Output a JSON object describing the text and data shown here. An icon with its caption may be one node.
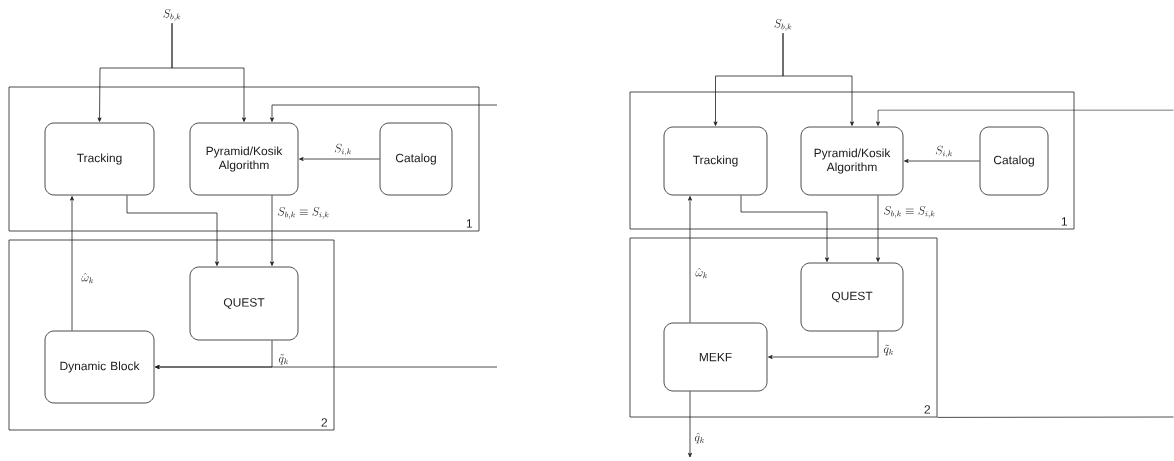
{
  "diagram": {
    "nodes": [
      {
        "text": [
          "1"
        ]
      },
      {
        "text": [
          "Tracking"
        ],
        "in": 0
      },
      {
        "text": [
          "Pyramid/Kosik Algorithm"
        ],
        "in": 0
      },
      {
        "text": [
          "Catalog"
        ],
        "in": 0
      },
      {
        "text": [
          "2"
        ]
      },
      {
        "text": [
          "QUEST"
        ],
        "in": 4
      },
      {
        "text": [
          "Dynamic Block"
        ],
        "in": 4
      },
      {
        "text": [
          "S_{b,k}"
        ]
      },
      {
        "text": [
          "1"
        ]
      },
      {
        "text": [
          "Tracking"
        ],
        "in": 8
      },
      {
        "text": [
          "Pyramid/Kosik Algorithm"
        ],
        "in": 8
      },
      {
        "text": [
          "Catalog"
        ],
        "in": 8
      },
      {
        "text": [
          "2"
        ]
      },
      {
        "text": [
          "QUEST"
        ],
        "in": 12
      },
      {
        "text": [
          "MEKF"
        ],
        "in": 12
      },
      {
        "text": [
          "S_{b,k}"
        ]
      }
    ],
    "edges": [
      {
        "from": 7,
        "to": 1,
        "arrow": "to"
      },
      {
        "from": 7,
        "to": 2,
        "arrow": "to"
      },
      {
        "from": 3,
        "to": 2,
        "arrow": "to",
        "label": "S_{i,k}"
      },
      {
        "from": 2,
        "to": 5,
        "arrow": "to",
        "label": "S_{b,k} \\equiv S_{i,k}"
      },
      {
        "from": 1,
        "to": 5,
        "arrow": "to"
      },
      {
        "from": 5,
        "to": 6,
        "arrow": "to",
        "label": "\\tilde{q}_k"
      },
      {
        "from": 6,
        "to": 1,
        "arrow": "to",
        "label": "\\hat{\\omega}_k"
      },
      {
        "from": null,
        "to": 2,
        "arrow": "to"
      },
      {
        "from": null,
        "to": 6,
        "arrow": "to"
      },
      {
        "from": 15,
        "to": 9,
        "arrow": "to"
      },
      {
        "from": 15,
        "to": 10,
        "arrow": "to"
      },
      {
        "from": 11,
        "to": 10,
        "arrow": "to",
        "label": "S_{i,k}"
      },
      {
        "from": 10,
        "to": 13,
        "arrow": "to",
        "label": "S_{b,k} \\equiv S_{i,k}"
      },
      {
        "from": 9,
        "to": 13,
        "arrow": "to"
      },
      {
        "from": 13,
        "to": 14,
        "arrow": "to",
        "label": "\\tilde{q}_k"
      },
      {
        "from": 14,
        "to": 9,
        "arrow": "to",
        "label": "\\hat{\\omega}_k"
      },
      {
        "from": 14,
        "to": null,
        "arrow": "to",
        "label": "\\hat{q}_k"
      },
      {
        "from": null,
        "to": 10,
        "arrow": "to"
      },
      {
        "from": 12,
        "to": null,
        "arrow": "none"
      }
    ]
  }
}
